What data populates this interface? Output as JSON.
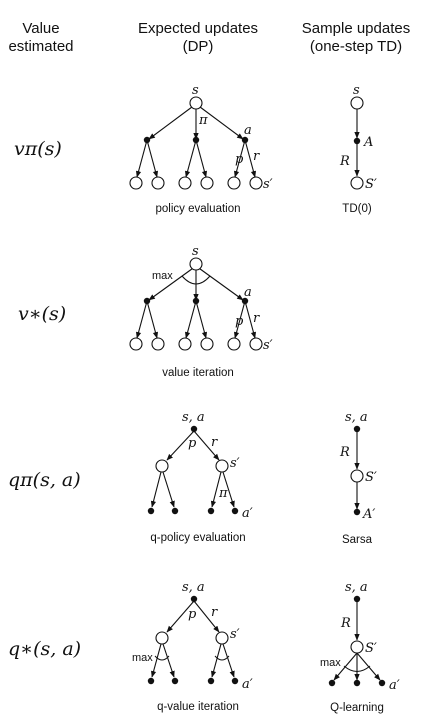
{
  "headers": {
    "col1_line1": "Value",
    "col1_line2": "estimated",
    "col2_line1": "Expected updates",
    "col2_line2": "(DP)",
    "col3_line1": "Sample updates",
    "col3_line2": "(one-step TD)"
  },
  "rows": [
    {
      "value": "vπ(s)",
      "dp_caption": "policy evaluation",
      "sample_caption": "TD(0)"
    },
    {
      "value": "v∗(s)",
      "dp_caption": "value iteration",
      "sample_caption": ""
    },
    {
      "value": "qπ(s, a)",
      "dp_caption": "q-policy evaluation",
      "sample_caption": "Sarsa"
    },
    {
      "value": "q∗(s, a)",
      "dp_caption": "q-value iteration",
      "sample_caption": "Q-learning"
    }
  ],
  "symbols": {
    "s": "s",
    "a": "a",
    "pi": "π",
    "p": "p",
    "r": "r",
    "s_prime": "s′",
    "a_prime": "a′",
    "A": "A",
    "R": "R",
    "S_prime": "S′",
    "A_prime": "A′",
    "s_a": "s, a",
    "max": "max"
  }
}
